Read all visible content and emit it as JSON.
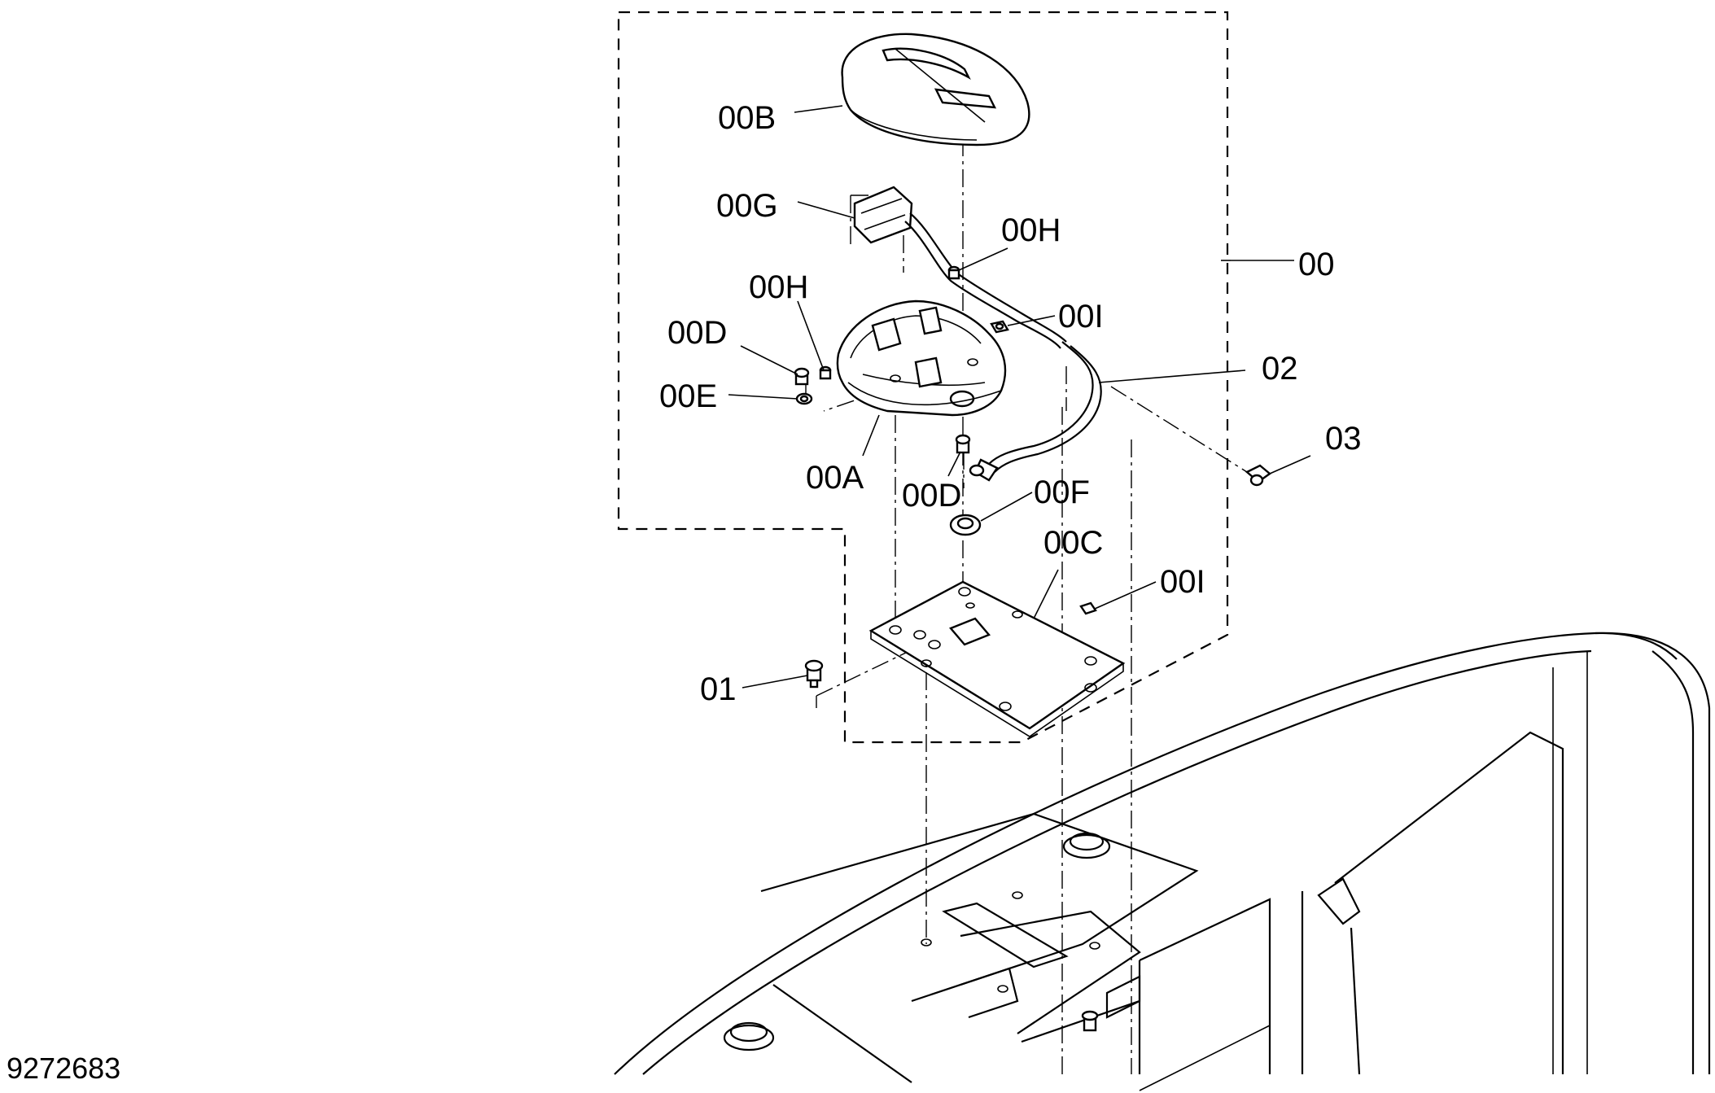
{
  "labels": {
    "assembly": "00",
    "cover": "00B",
    "connector": "00G",
    "screw_upper": "00H",
    "screw_left": "00H",
    "nut_upper": "00I",
    "nut_lower": "00I",
    "bolt_left": "00D",
    "bolt_lower": "00D",
    "washer": "00E",
    "base": "00A",
    "grommet": "00F",
    "plate": "00C",
    "bolt_01": "01",
    "clamp_02": "02",
    "bolt_03": "03"
  },
  "document_number": "9272683"
}
